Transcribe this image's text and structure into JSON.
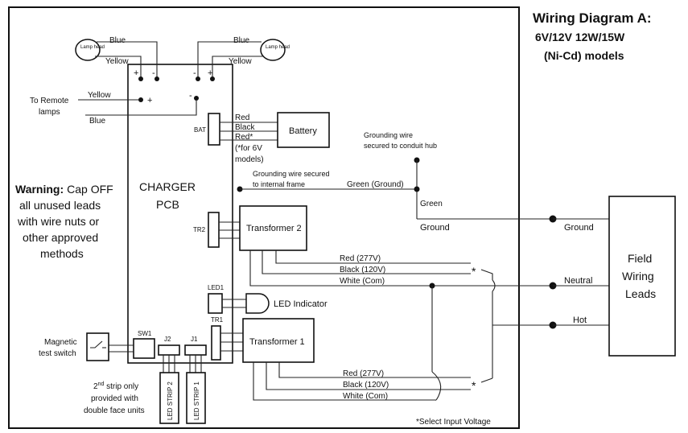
{
  "title": {
    "line1": "Wiring Diagram A:",
    "line2": "6V/12V 12W/15W",
    "line3": "(Ni-Cd) models"
  },
  "lamp_head_label": "Lamp head",
  "wire_labels": {
    "blue": "Blue",
    "yellow": "Yellow",
    "red": "Red",
    "black": "Black",
    "red_star": "Red*",
    "for_6v_1": "(*for 6V",
    "for_6v_2": "models)",
    "green_ground": "Green (Ground)",
    "green": "Green",
    "ground": "Ground",
    "red_277": "Red (277V)",
    "black_120": "Black (120V)",
    "white_com": "White (Com)",
    "neutral": "Neutral",
    "hot": "Hot"
  },
  "polarity": {
    "plus": "+",
    "minus": "-",
    "star": "*"
  },
  "remote_lamps": {
    "line1": "To Remote",
    "line2": "lamps"
  },
  "grounding": {
    "conduit_1": "Grounding wire",
    "conduit_2": "secured to conduit hub",
    "frame_1": "Grounding wire secured",
    "frame_2": "to internal frame"
  },
  "components": {
    "bat": "BAT",
    "battery": "Battery",
    "charger_1": "CHARGER",
    "charger_2": "PCB",
    "tr2": "TR2",
    "transformer2": "Transformer 2",
    "led1": "LED1",
    "led_indicator": "LED Indicator",
    "tr1": "TR1",
    "transformer1": "Transformer 1",
    "sw1": "SW1",
    "j2": "J2",
    "j1": "J1",
    "led_strip_2": "LED STRIP 2",
    "led_strip_1": "LED STRIP 1",
    "field_1": "Field",
    "field_2": "Wiring",
    "field_3": "Leads"
  },
  "magnetic": {
    "line1": "Magnetic",
    "line2": "test switch"
  },
  "warning": {
    "bold": "Warning:",
    "line1": "Cap OFF",
    "line2": "all unused  leads",
    "line3": "with wire nuts or",
    "line4": "other approved",
    "line5": "methods"
  },
  "second_strip": {
    "sup_prefix": "2",
    "sup": "nd",
    "line1": " strip only",
    "line2": "provided with",
    "line3": "double face units"
  },
  "footnote": "*Select Input Voltage"
}
